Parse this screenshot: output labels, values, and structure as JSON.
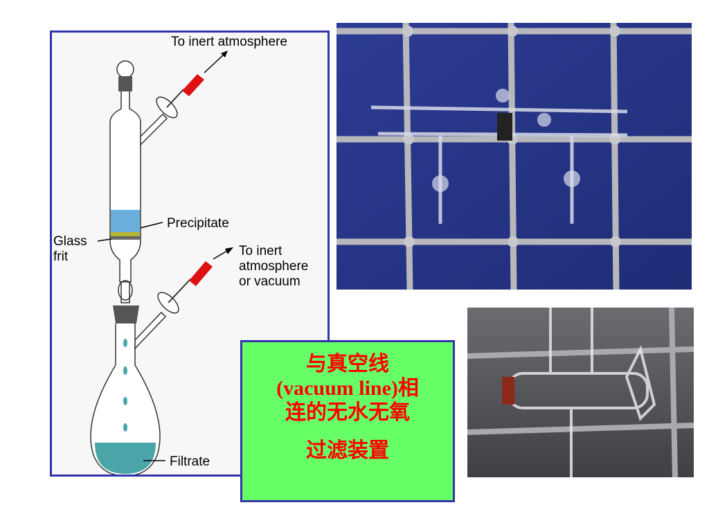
{
  "diagram": {
    "labels": {
      "top_atmosphere": "To inert atmosphere",
      "precipitate": "Precipitate",
      "glass_frit_line1": "Glass",
      "glass_frit_line2": "frit",
      "bottom_inert_line1": "To inert",
      "bottom_inert_line2": "atmosphere",
      "bottom_inert_line3": "or vacuum",
      "filtrate": "Filtrate"
    },
    "colors": {
      "border": "#3333aa",
      "tubing": "#dd1111",
      "precipitate": "#6aaedc",
      "frit": "#b5b531",
      "filtrate": "#4aa5a8",
      "stopper": "#555555"
    }
  },
  "caption": {
    "line1": "与真空线",
    "line2": "(vacuum line)相",
    "line3": "连的无水无氧",
    "line4": "过滤装置",
    "colors": {
      "background": "#66ff66",
      "text": "#ff0000"
    }
  }
}
